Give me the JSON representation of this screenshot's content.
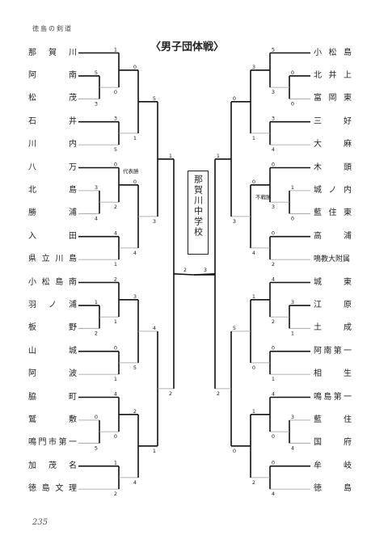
{
  "header": "徳島の剣道",
  "title": "〈男子団体戦〉",
  "winner": "那賀川中学校",
  "page_number": "235",
  "left_teams": [
    "那賀川",
    "阿南",
    "松茂",
    "石井",
    "川内",
    "八万",
    "北島",
    "勝浦",
    "入田",
    "県立川島",
    "小松島南",
    "羽ノ浦",
    "板野",
    "山城",
    "阿波",
    "脇町",
    "鷲敷",
    "鳴門市第一",
    "加茂名",
    "徳島文理"
  ],
  "right_teams": [
    "小松島",
    "北井上",
    "富岡東",
    "三好",
    "大麻",
    "木頭",
    "城ノ内",
    "藍住東",
    "高浦",
    "鳴教大附属",
    "城東",
    "江原",
    "土成",
    "阿南第一",
    "相生",
    "鳴島第一",
    "藍住",
    "国府",
    "牟岐",
    "徳島"
  ],
  "notes": {
    "daihyosha": "代表勝",
    "fusensho": "不戦勝"
  },
  "scores": [
    "5",
    "3",
    "1",
    "0",
    "3",
    "5",
    "0",
    "1",
    "3",
    "4",
    "0",
    "2",
    "4",
    "1",
    "0",
    "4",
    "1",
    "2",
    "2",
    "1",
    "0",
    "1",
    "3",
    "5",
    "0",
    "5",
    "4",
    "0",
    "1",
    "2",
    "2",
    "4",
    "5",
    "3",
    "4",
    "1",
    "1",
    "2",
    "0",
    "0",
    "5",
    "3",
    "3",
    "4",
    "3",
    "1",
    "1",
    "0",
    "0",
    "3",
    "0",
    "2",
    "0",
    "4",
    "3",
    "1",
    "4",
    "2",
    "0",
    "1",
    "1",
    "0",
    "3",
    "4",
    "4",
    "0",
    "0",
    "4",
    "1",
    "2",
    "0",
    "3",
    "5",
    "0",
    "1",
    "2",
    "2",
    "3",
    "1",
    "1",
    "0",
    "0"
  ]
}
